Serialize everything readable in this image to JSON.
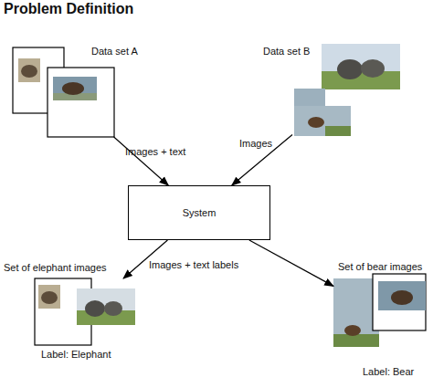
{
  "diagram": {
    "title": "Problem Definition",
    "nodes": [
      {
        "text": [
          "Data set A"
        ]
      },
      {
        "text": [
          "Data set B"
        ]
      },
      {
        "text": [
          "System"
        ]
      },
      {
        "text": [
          "Set of elephant images",
          "Label: Elephant"
        ]
      },
      {
        "text": [
          "Set of bear images",
          "Label: Bear"
        ]
      }
    ],
    "edges": [
      {
        "from": 0,
        "to": 2,
        "label": "Images + text",
        "arrow": "to"
      },
      {
        "from": 1,
        "to": 2,
        "label": "Images",
        "arrow": "to"
      },
      {
        "from": 2,
        "to": 3,
        "label": "Images + text labels",
        "arrow": "to"
      },
      {
        "from": 2,
        "to": 4,
        "arrow": "to"
      }
    ]
  }
}
